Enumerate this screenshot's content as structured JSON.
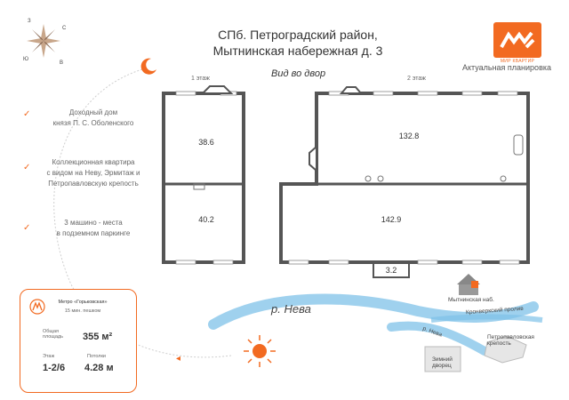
{
  "header": {
    "title_line1": "СПб. Петроградский район,",
    "title_line2": "Мытнинская набережная д. 3",
    "logo_text": "МИР КВАРТИР",
    "layout_note": "Актуальная планировка"
  },
  "compass": {
    "n": "С",
    "e": "В",
    "s": "Ю",
    "w": "З"
  },
  "plan": {
    "view_label": "Вид во двор",
    "floor1_label": "1 этаж",
    "floor2_label": "2 этаж",
    "rooms": [
      "38.6",
      "40.2",
      "132.8",
      "142.9",
      "3.2"
    ]
  },
  "features": [
    {
      "line1": "Доходный дом",
      "line2": "князя П. С. Оболенского",
      "line3": ""
    },
    {
      "line1": "Коллекционная квартира",
      "line2": "с видом на Неву, Эрмитаж и",
      "line3": "Петропавловскую крепость"
    },
    {
      "line1": "3 машино - места",
      "line2": "в подземном паркинге",
      "line3": ""
    }
  ],
  "info": {
    "metro": "Метро «Горьковская»",
    "walk": "15 мин. пешком",
    "area_label_1": "Общая",
    "area_label_2": "площадь",
    "area_value": "355 м²",
    "floor_label": "Этаж",
    "floor_value": "1-2/6",
    "ceiling_label": "Потолки",
    "ceiling_value": "4.28 м"
  },
  "map": {
    "river": "р. Нева",
    "river_small": "р. Нева",
    "embankment": "Мытнинская наб.",
    "canal": "Кронверкский пролив",
    "fortress_1": "Петропавловская",
    "fortress_2": "крепость",
    "palace_1": "Зимний",
    "palace_2": "дворец"
  },
  "colors": {
    "accent": "#f26a21",
    "wall": "#555555",
    "water": "#7fc2e8"
  }
}
